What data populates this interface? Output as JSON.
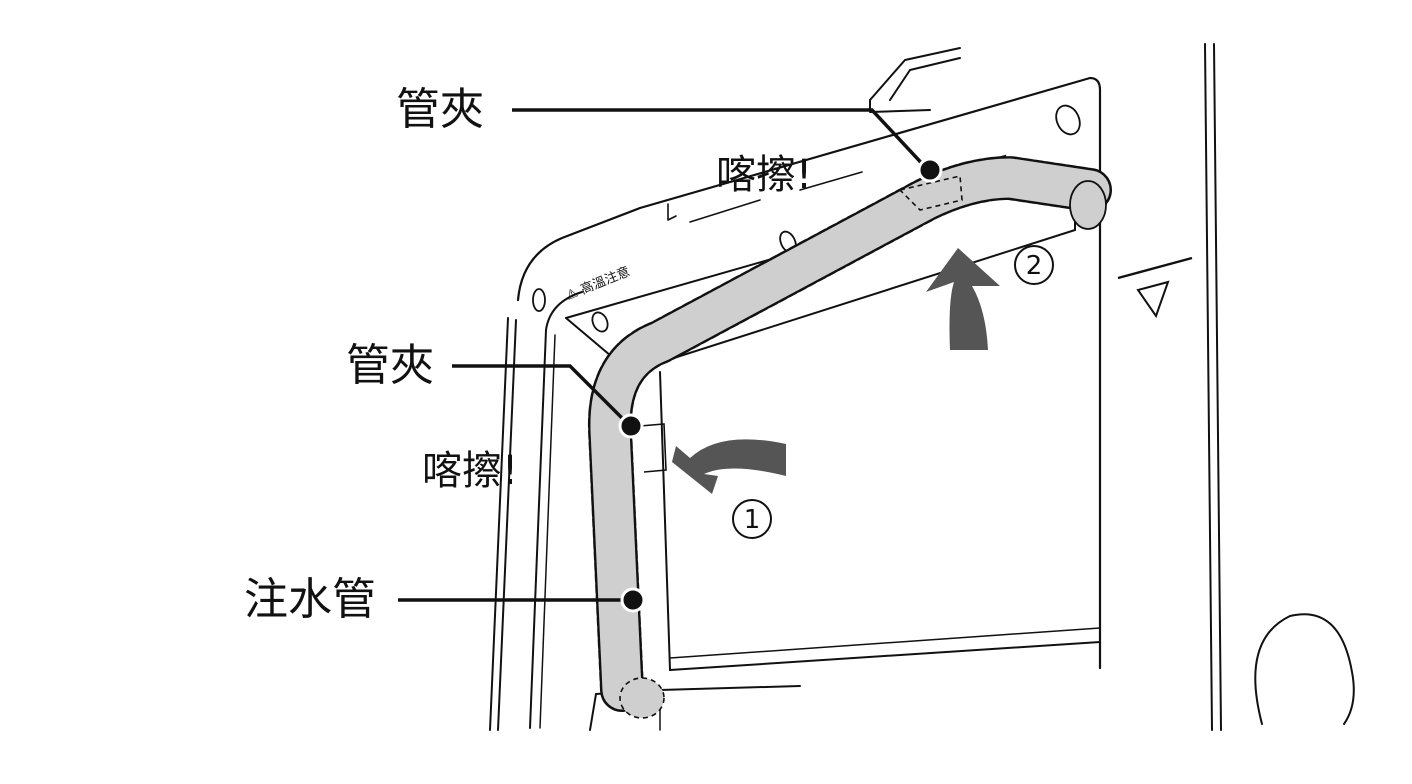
{
  "callouts": {
    "clip_top": "管夾",
    "click_top": "喀擦!",
    "clip_left": "管夾",
    "click_left": "喀擦!",
    "water_tube": "注水管"
  },
  "steps": {
    "step1": "1",
    "step2": "2"
  },
  "panel_warning": "⚠ 高溫注意",
  "colors": {
    "line": "#111111",
    "tube_fill": "#cfcfcf",
    "arrow_fill": "#555555"
  }
}
